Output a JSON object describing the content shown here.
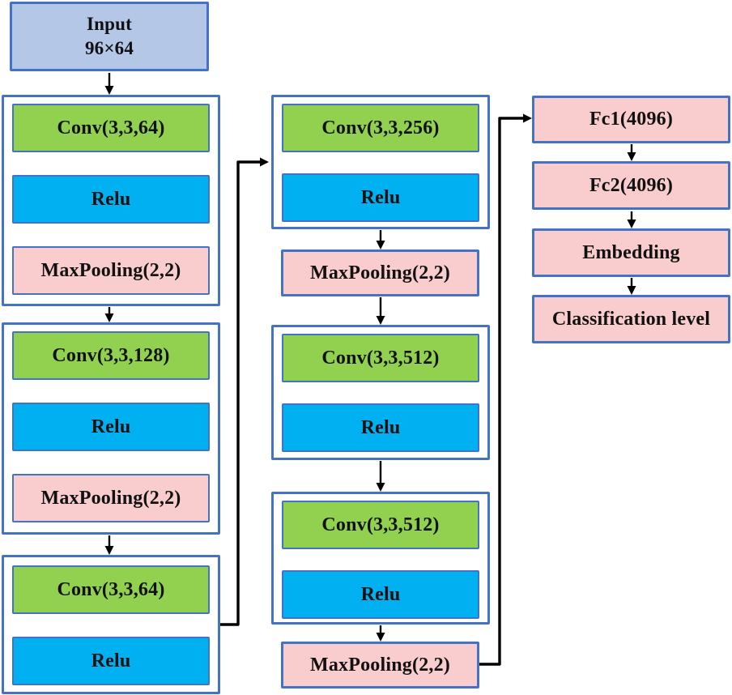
{
  "nodes": {
    "input": {
      "line1": "Input",
      "line2": "96×64"
    },
    "left": [
      {
        "conv": "Conv(3,3,64)",
        "relu": "Relu",
        "pool": "MaxPooling(2,2)"
      },
      {
        "conv": "Conv(3,3,128)",
        "relu": "Relu",
        "pool": "MaxPooling(2,2)"
      },
      {
        "conv": "Conv(3,3,64)",
        "relu": "Relu"
      }
    ],
    "middle": {
      "group1": {
        "conv": "Conv(3,3,256)",
        "relu": "Relu"
      },
      "pool1": "MaxPooling(2,2)",
      "group2": {
        "conv": "Conv(3,3,512)",
        "relu": "Relu"
      },
      "group3": {
        "conv": "Conv(3,3,512)",
        "relu": "Relu"
      },
      "pool2": "MaxPooling(2,2)"
    },
    "right": {
      "fc1": "Fc1(4096)",
      "fc2": "Fc2(4096)",
      "embedding": "Embedding",
      "classification": "Classification level"
    }
  },
  "colors": {
    "conv_fill": "#92d050",
    "relu_fill": "#00b0f0",
    "pool_fill": "#f9cdcd",
    "input_fill": "#b4c7e7",
    "border_blue": "#4472c4",
    "connector_black": "#000000"
  }
}
